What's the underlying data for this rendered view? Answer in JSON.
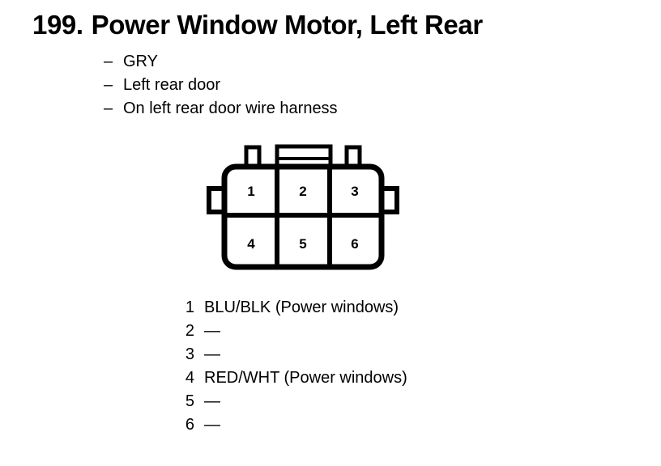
{
  "title": {
    "number": "199.",
    "text": "Power Window Motor, Left Rear"
  },
  "attributes": {
    "dash": "–",
    "items": [
      {
        "label": "GRY"
      },
      {
        "label": "Left rear door"
      },
      {
        "label": "On left rear door wire harness"
      }
    ]
  },
  "connector": {
    "name": "6-pin connector",
    "rows": 2,
    "columns": 3,
    "pins": [
      {
        "number": "1"
      },
      {
        "number": "2"
      },
      {
        "number": "3"
      },
      {
        "number": "4"
      },
      {
        "number": "5"
      },
      {
        "number": "6"
      }
    ],
    "stroke_color": "#000000",
    "fill_color": "#ffffff"
  },
  "pin_list": {
    "rows": [
      {
        "number": "1",
        "description": "BLU/BLK (Power windows)"
      },
      {
        "number": "2",
        "description": "—"
      },
      {
        "number": "3",
        "description": "—"
      },
      {
        "number": "4",
        "description": "RED/WHT (Power windows)"
      },
      {
        "number": "5",
        "description": "—"
      },
      {
        "number": "6",
        "description": "—"
      }
    ]
  }
}
